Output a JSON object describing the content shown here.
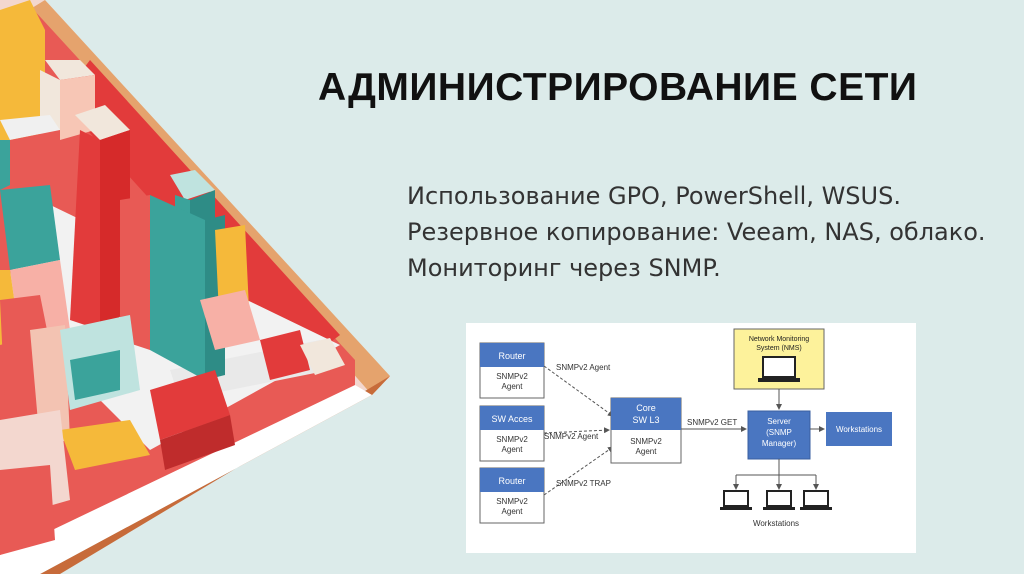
{
  "slide": {
    "title": "АДМИНИСТРИРОВАНИЕ СЕТИ",
    "bullets": [
      "Использование GPO, PowerShell, WSUS.",
      "Резервное копирование: Veeam, NAS, облако.",
      "Мониторинг через SNMP."
    ]
  },
  "diagram": {
    "left_devices": [
      {
        "name": "Router",
        "agent": [
          "SNMPv2",
          "Agent"
        ]
      },
      {
        "name": "SW Acces",
        "agent": [
          "SNMPv2",
          "Agent"
        ]
      },
      {
        "name": "Router",
        "agent": [
          "SNMPv2",
          "Agent"
        ]
      }
    ],
    "link_labels": [
      "SNMPv2 Agent",
      "SNMPv2 Agent",
      "SNMPv2 TRAP"
    ],
    "core": {
      "name": [
        "Core",
        "SW L3"
      ],
      "agent": [
        "SNMPv2",
        "Agent"
      ]
    },
    "get_label": "SNMPv2 GET",
    "nms": {
      "title": [
        "Network Monitoring",
        "System (NMS)"
      ]
    },
    "server": {
      "name": [
        "Server",
        "(SNMP",
        "Manager)"
      ]
    },
    "workstations_box": "Workstations",
    "workstations_label": "Workstations",
    "colors": {
      "blue": "#4a76c1",
      "nms_yellow": "#fdf29b",
      "line": "#555555"
    }
  }
}
